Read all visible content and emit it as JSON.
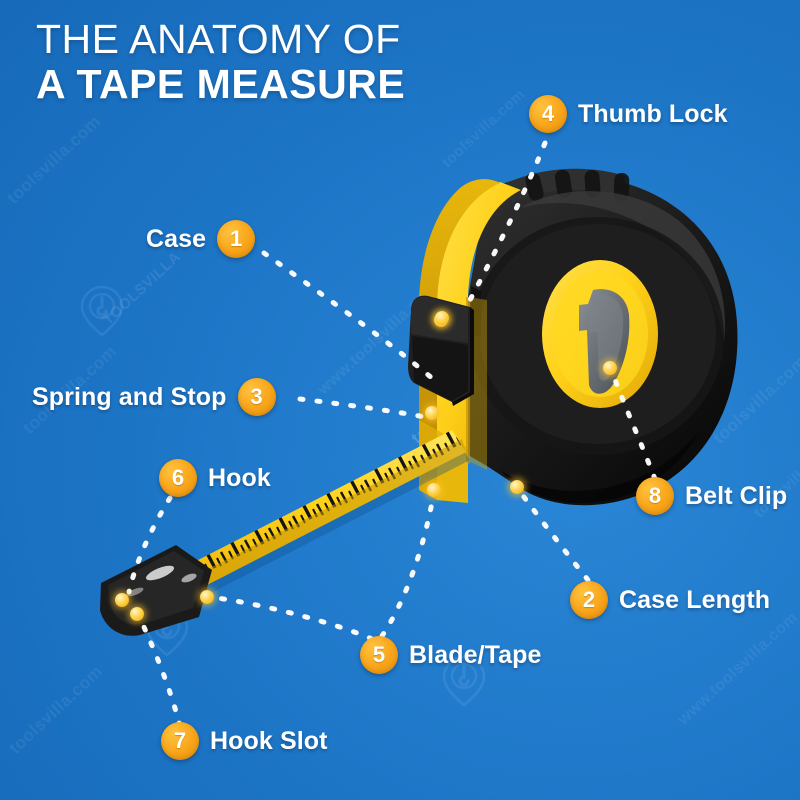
{
  "page": {
    "background_color": "#1d75c6",
    "accent_color": "#f9a61b",
    "text_color": "#ffffff"
  },
  "title": {
    "line1": "THE ANATOMY OF",
    "line2": "A TAPE MEASURE"
  },
  "watermark": {
    "brand": "toolsvilla",
    "domain_text": "www.toolsvilla.com",
    "short_text": "toolsvilla.com",
    "caps_text": "TOOLSVILLA"
  },
  "callouts": [
    {
      "number": "1",
      "label": "Case",
      "badge_side": "right"
    },
    {
      "number": "2",
      "label": "Case Length",
      "badge_side": "left"
    },
    {
      "number": "3",
      "label": "Spring and Stop",
      "badge_side": "right"
    },
    {
      "number": "4",
      "label": "Thumb Lock",
      "badge_side": "left"
    },
    {
      "number": "5",
      "label": "Blade/Tape",
      "badge_side": "left"
    },
    {
      "number": "6",
      "label": "Hook",
      "badge_side": "left"
    },
    {
      "number": "7",
      "label": "Hook Slot",
      "badge_side": "left"
    },
    {
      "number": "8",
      "label": "Belt Clip",
      "badge_side": "left"
    }
  ],
  "illustration": {
    "name": "tape-measure",
    "case_color": "#1c1c1c",
    "front_color": "#ffd21a",
    "blade_color": "#ffd21a",
    "blade_tick_color": "#1c1c1c",
    "clip_color": "#6e7378",
    "hook_color": "#1b1b1b",
    "connector_dot_color": "#ffd34d"
  }
}
